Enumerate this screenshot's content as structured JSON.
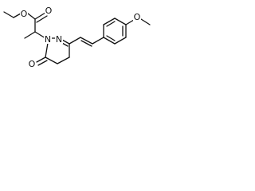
{
  "atoms": {
    "ester_o_single": "O",
    "ester_o_double": "O",
    "ring_n1": "N",
    "ring_n2": "N",
    "ketone_o": "O",
    "methoxy_o": "O"
  }
}
